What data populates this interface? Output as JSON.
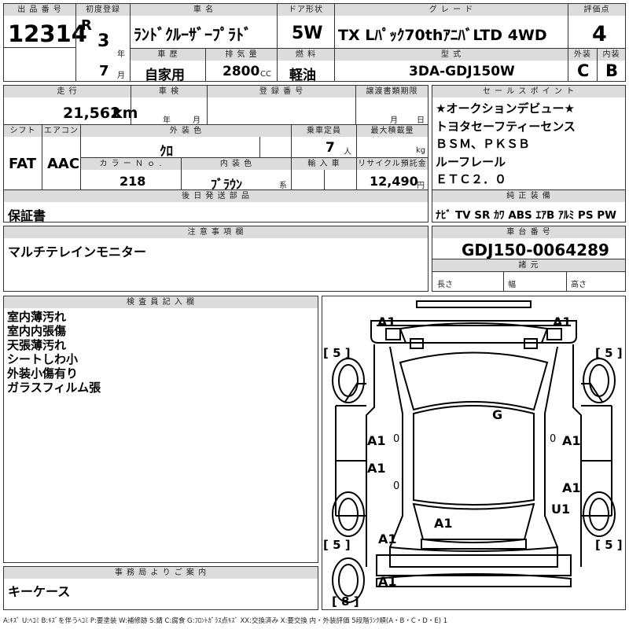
{
  "headers": {
    "lot_no": "出 品 番 号",
    "first_reg": "初度登録",
    "car_name": "車 名",
    "door": "ドア形状",
    "grade": "グ レ ー ド",
    "score": "評価点",
    "history": "車 歴",
    "displacement": "排 気 量",
    "fuel": "燃 料",
    "model": "型 式",
    "exterior": "外装",
    "interior": "内装",
    "mileage": "走 行",
    "inspection": "車 検",
    "reg_no": "登 録 番 号",
    "transfer": "譲渡書類期限",
    "sales_point": "セ ー ル ス ポ イ ン ト",
    "shift": "シフト",
    "ac": "エアコン",
    "color": "外 装 色",
    "capacity": "乗車定員",
    "load": "最大積載量",
    "color_no": "カ ラ ー Ｎ ｏ .",
    "int_color": "内 装 色",
    "import": "輸 入 車",
    "recycle": "リサイクル預託金",
    "later_parts": "後 日 発 送 部 品",
    "equipment": "純 正 装 備",
    "notes": "注 意 事 項 欄",
    "chassis": "車 台 番 号",
    "specs": "諸 元",
    "inspector": "検 査 員 記 入 欄",
    "office": "事 務 局 よ り ご 案 内"
  },
  "lot": {
    "number": "12314"
  },
  "first_reg": {
    "era": "R",
    "year": "3",
    "year_unit": "年",
    "month": "7",
    "month_unit": "月"
  },
  "car_name": "ﾗﾝﾄﾞｸﾙｰｻﾞｰﾌﾟﾗﾄﾞ",
  "door": "5W",
  "grade": "TX Lﾊﾟｯｸ70thｱﾆﾊﾞLTD 4WD",
  "score": "4",
  "history": "自家用",
  "displacement": {
    "value": "2800",
    "unit": "CC"
  },
  "fuel": "軽油",
  "model": "3DA-GDJ150W",
  "exterior_grade": "C",
  "interior_grade": "B",
  "mileage": {
    "value": "21,562",
    "unit": "km"
  },
  "inspection": {
    "year_unit": "年",
    "month_unit": "月"
  },
  "transfer": {
    "month_unit": "月",
    "day_unit": "日"
  },
  "sales_points": [
    "★オークションデビュー★",
    "トヨタセーフティーセンス",
    "ＢＳＭ、ＰＫＳＢ",
    "ルーフレール",
    "ＥＴＣ２．０"
  ],
  "shift": "FAT",
  "ac": "AAC",
  "color": "ｸﾛ",
  "capacity": {
    "value": "7",
    "unit": "人"
  },
  "load": {
    "unit": "kg"
  },
  "color_no": "218",
  "int_color": {
    "value": "ﾌﾞﾗｳﾝ",
    "unit": "系"
  },
  "recycle": {
    "value": "12,490",
    "unit": "円"
  },
  "later_parts": "保証書",
  "equipment": "ﾅﾋﾞ TV SR ｶﾜ ABS ｴｱB ｱﾙﾐ PS PW",
  "notes": "マルチテレインモニター",
  "chassis": "GDJ150-0064289",
  "specs": {
    "length": "長さ",
    "width": "幅",
    "height": "高さ"
  },
  "inspector_notes": [
    "室内薄汚れ",
    "室内内張傷",
    "天張薄汚れ",
    "シートしわ小",
    "外装小傷有り",
    "ガラスフィルム張"
  ],
  "office_note": "キーケース",
  "diagram": {
    "fl_corner": "A1",
    "fr_corner": "A1",
    "glass": "G",
    "left_door_front": "A1",
    "left_door_rear": "A1",
    "right_door_front": "A1",
    "right_door_rear": "A1",
    "right_rear_quarter": "U1",
    "rear_center": "A1",
    "rear_left": "A1",
    "bumper_rear": "A1",
    "tire_fl": "5",
    "tire_fr": "5",
    "tire_rl": "5",
    "tire_rr": "5",
    "tire_spare": "8",
    "small_mark": "0"
  },
  "legend": "A:ｷｽﾞ U:ﾍｺﾐ B:ｷｽﾞを伴うﾍｺﾐ P:要塗装 W:補修跡 S:錆 C:腐食 G:ﾌﾛﾝﾄｶﾞﾗｽ点ｷｽﾞ XX:交換済み X:要交換 内・外装評価 5段階ﾗﾝｸ順(A・B・C・D・E) 1"
}
